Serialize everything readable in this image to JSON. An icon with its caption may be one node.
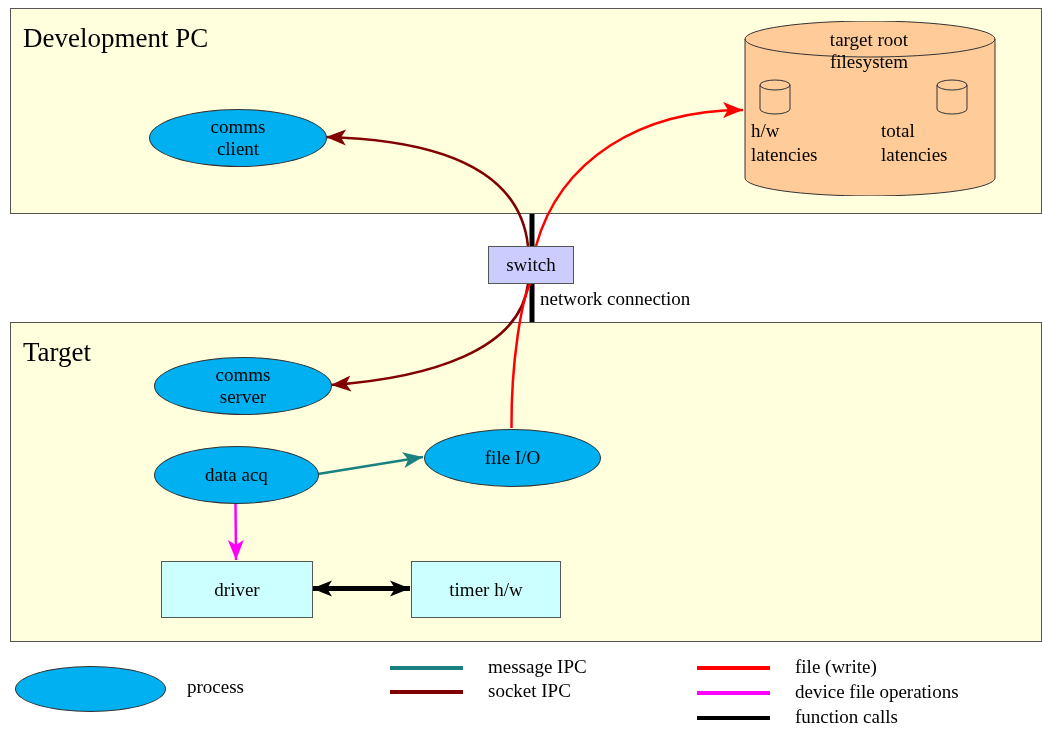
{
  "diagram": {
    "nodes": [
      {
        "text": [
          "Development PC"
        ]
      },
      {
        "text": [
          "comms client"
        ],
        "in": 0
      },
      {
        "text": [
          "target root filesystem"
        ],
        "in": 0
      },
      {
        "text": [
          "h/w latencies"
        ],
        "in": 2
      },
      {
        "text": [
          "total latencies"
        ],
        "in": 2
      },
      {
        "text": [
          "switch"
        ]
      },
      {
        "text": [
          "Target"
        ]
      },
      {
        "text": [
          "comms server"
        ],
        "in": 6
      },
      {
        "text": [
          "data acq"
        ],
        "in": 6
      },
      {
        "text": [
          "file I/O"
        ],
        "in": 6
      },
      {
        "text": [
          "driver"
        ],
        "in": 6
      },
      {
        "text": [
          "timer h/w"
        ],
        "in": 6
      }
    ],
    "edges": [
      {
        "from": 0,
        "to": 5,
        "arrow": "none",
        "style": "thick",
        "color": "#000000"
      },
      {
        "from": 5,
        "to": 6,
        "arrow": "none",
        "style": "thick",
        "color": "#000000",
        "label": "network connection"
      },
      {
        "from": 5,
        "to": 1,
        "arrow": "to",
        "color": "#800000"
      },
      {
        "from": 5,
        "to": 7,
        "arrow": "to",
        "color": "#800000"
      },
      {
        "from": 9,
        "to": 5,
        "arrow": "none",
        "color": "#ff0000"
      },
      {
        "from": 5,
        "to": 2,
        "arrow": "to",
        "color": "#ff0000"
      },
      {
        "from": 8,
        "to": 9,
        "arrow": "to",
        "color": "#1a8080"
      },
      {
        "from": 8,
        "to": 10,
        "arrow": "to",
        "color": "#ff00ff"
      },
      {
        "from": 10,
        "to": 11,
        "arrow": "both",
        "style": "thick",
        "color": "#000000"
      }
    ],
    "legend": [
      {
        "text": "process",
        "color": "#00b0f0"
      },
      {
        "text": "message IPC",
        "color": "#1a8080"
      },
      {
        "text": "socket IPC",
        "color": "#800000"
      },
      {
        "text": "file (write)",
        "color": "#ff0000"
      },
      {
        "text": "device file operations",
        "color": "#ff00ff"
      },
      {
        "text": "function calls",
        "color": "#000000"
      }
    ]
  }
}
